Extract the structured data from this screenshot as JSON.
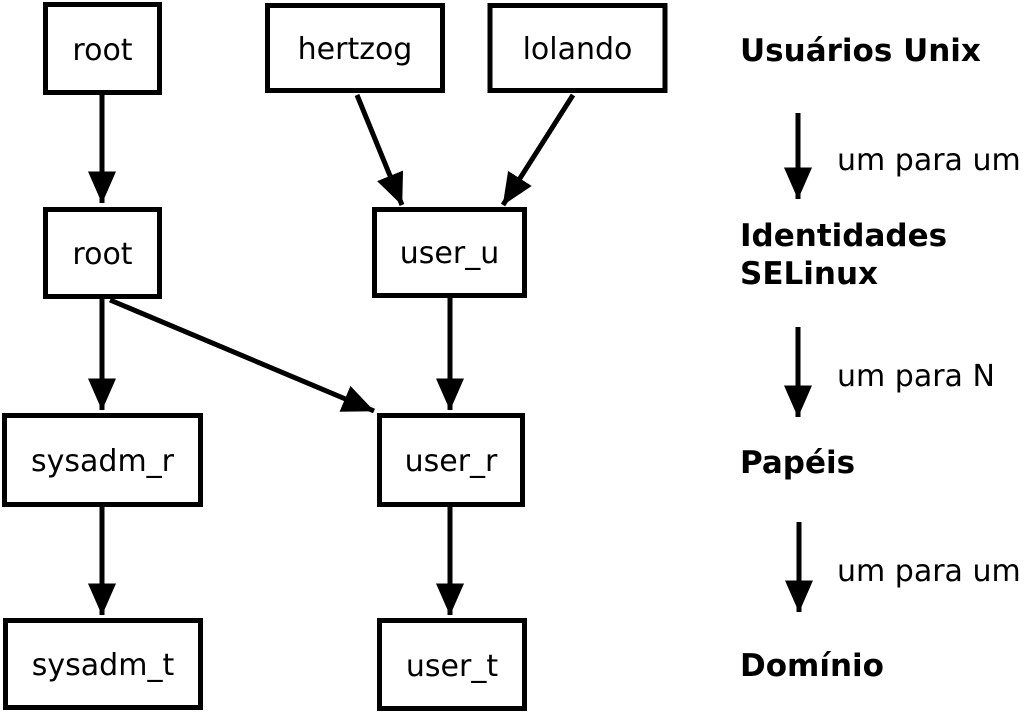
{
  "diagram": {
    "description_colors": {
      "foreground": "#000000",
      "background": "#ffffff"
    },
    "nodes": {
      "unix_root": "root",
      "unix_hertzog": "hertzog",
      "unix_lolando": "lolando",
      "selinux_root": "root",
      "selinux_user_u": "user_u",
      "role_sysadm_r": "sysadm_r",
      "role_user_r": "user_r",
      "domain_sysadm_t": "sysadm_t",
      "domain_user_t": "user_t"
    },
    "edges": [
      {
        "from": "unix_root",
        "to": "selinux_root"
      },
      {
        "from": "unix_hertzog",
        "to": "selinux_user_u"
      },
      {
        "from": "unix_lolando",
        "to": "selinux_user_u"
      },
      {
        "from": "selinux_root",
        "to": "role_sysadm_r"
      },
      {
        "from": "selinux_root",
        "to": "role_user_r"
      },
      {
        "from": "selinux_user_u",
        "to": "role_user_r"
      },
      {
        "from": "role_sysadm_r",
        "to": "domain_sysadm_t"
      },
      {
        "from": "role_user_r",
        "to": "domain_user_t"
      }
    ],
    "legend": {
      "level1": "Usuários Unix",
      "arrow1_label": "um para um",
      "level2_line1": "Identidades",
      "level2_line2": "SELinux",
      "arrow2_label": "um para N",
      "level3": "Papéis",
      "arrow3_label": "um para um",
      "level4": "Domínio"
    }
  }
}
